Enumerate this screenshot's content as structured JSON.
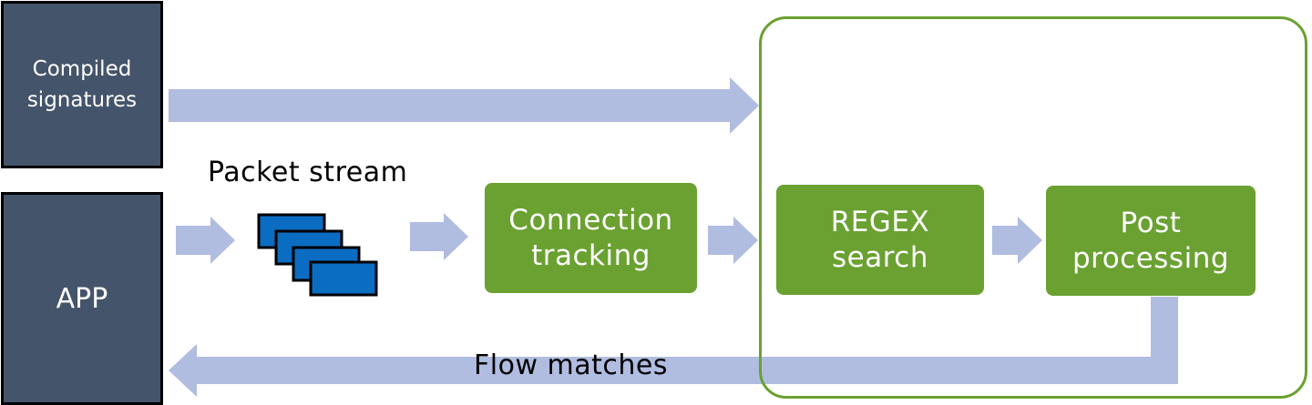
{
  "compiled_signatures": {
    "label": "Compiled\nsignatures"
  },
  "app": {
    "label": "APP"
  },
  "packet_stream": {
    "label": "Packet stream"
  },
  "connection_tracking": {
    "label": "Connection\ntracking"
  },
  "regex_search": {
    "label": "REGEX\nsearch"
  },
  "post_processing": {
    "label": "Post\nprocessing"
  },
  "flow_matches": {
    "label": "Flow matches"
  },
  "colors": {
    "dark_box": "#44546a",
    "green": "#6aa131",
    "arrow": "#b0bde0",
    "packet": "#0b6dc2"
  }
}
